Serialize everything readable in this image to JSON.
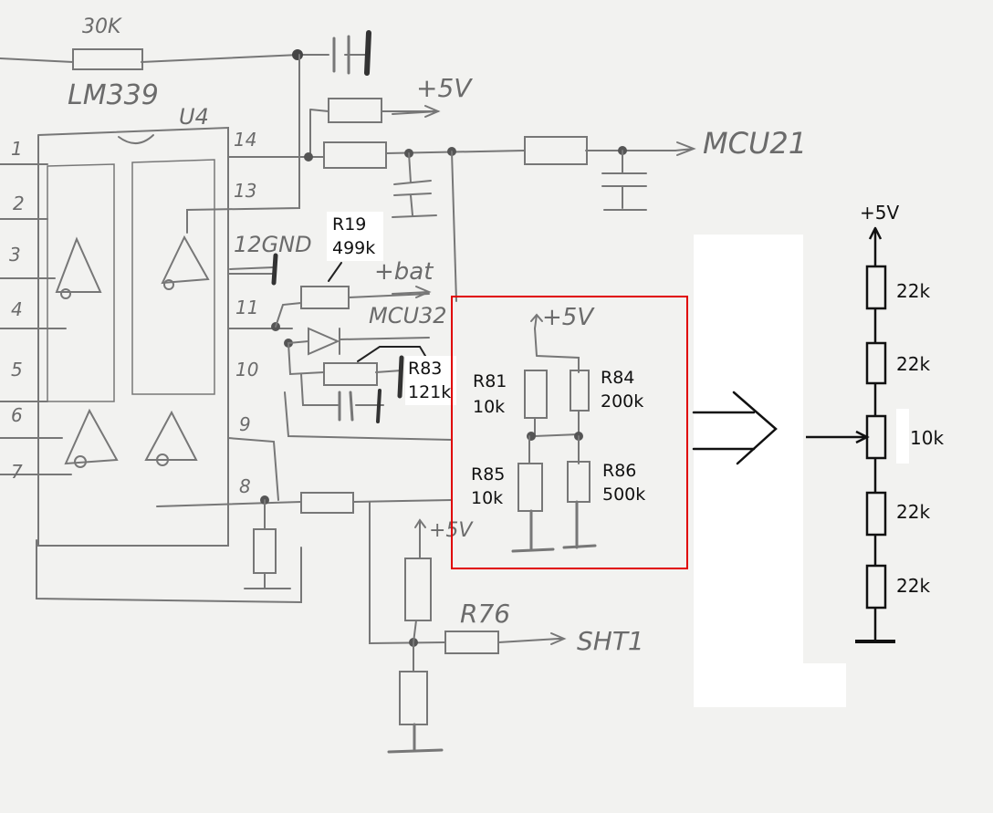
{
  "sketch": {
    "labels": {
      "r_top": "30K",
      "ic": "LM339",
      "ic_ref": "U4",
      "supply_top": "+5V",
      "mcu21": "MCU21",
      "gnd12": "12GND",
      "bat": "+bat",
      "mcu32": "MCU32",
      "r76": "R76",
      "supply_bottom": "+5V",
      "sht1": "SHT1",
      "supply_box": "+5V"
    },
    "pins": [
      "1",
      "2",
      "3",
      "4",
      "5",
      "6",
      "7",
      "14",
      "13",
      "11",
      "10",
      "9",
      "8"
    ]
  },
  "annotations": {
    "r19": {
      "ref": "R19",
      "value": "499k"
    },
    "r83": {
      "ref": "R83",
      "value": "121k"
    },
    "r81": {
      "ref": "R81",
      "value": "10k"
    },
    "r84": {
      "ref": "R84",
      "value": "200k"
    },
    "r85": {
      "ref": "R85",
      "value": "10k"
    },
    "r86": {
      "ref": "R86",
      "value": "500k"
    },
    "highlight_color": "#e00000"
  },
  "equivalent": {
    "supply": "+5V",
    "resistors": [
      "22k",
      "22k",
      "10k",
      "22k",
      "22k"
    ]
  }
}
